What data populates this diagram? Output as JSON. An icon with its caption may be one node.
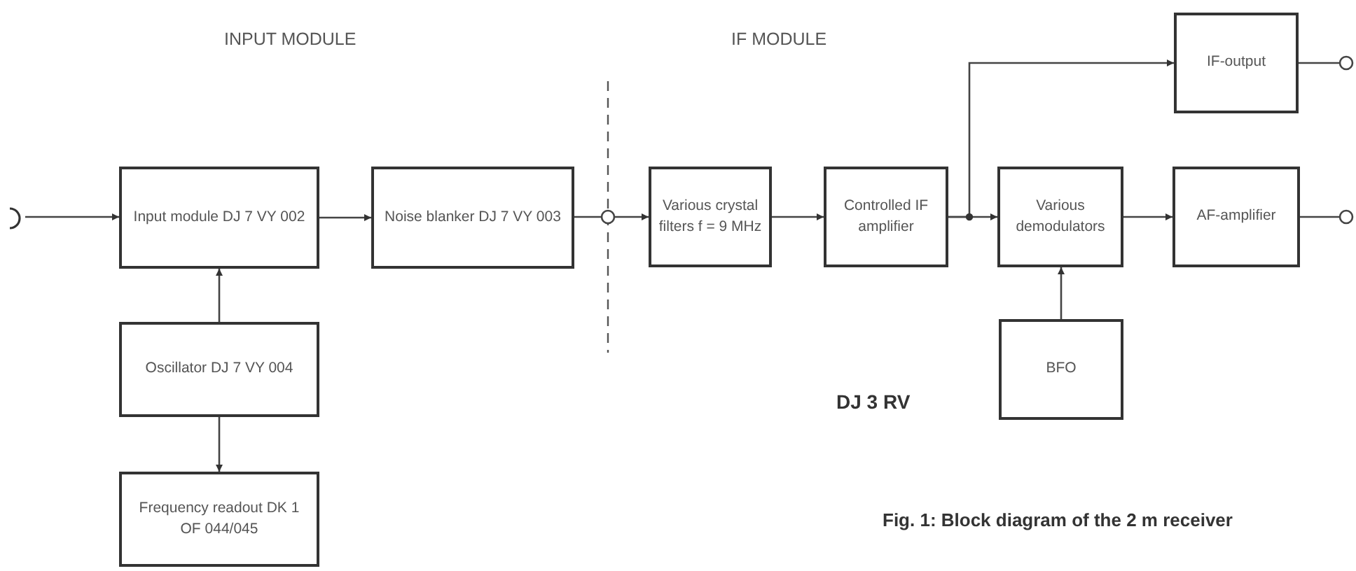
{
  "diagram": {
    "caption": "Fig. 1: Block diagram of the 2 m receiver",
    "nodes": [
      {
        "text": [],
        "shape": "connector"
      },
      {
        "text": [
          "Input module DJ 7 VY 002"
        ]
      },
      {
        "text": [
          "Noise blanker DJ 7 VY 003"
        ]
      },
      {
        "text": [],
        "shape": "circle"
      },
      {
        "text": [
          "Various crystal filters f = 9 MHz"
        ]
      },
      {
        "text": [
          "Controlled IF amplifier"
        ]
      },
      {
        "text": [
          "IF-output"
        ]
      },
      {
        "text": [
          "Various demodulators"
        ]
      },
      {
        "text": [
          "AF-amplifier"
        ]
      },
      {
        "text": [],
        "shape": "circle"
      },
      {
        "text": [],
        "shape": "circle"
      },
      {
        "text": [
          "Oscillator DJ 7 VY 004"
        ]
      },
      {
        "text": [
          "BFO"
        ]
      },
      {
        "text": [
          "Frequency readout DK 1 OF 044/045"
        ]
      }
    ],
    "edges": [
      {
        "from": 0,
        "to": 1,
        "arrow": "to"
      },
      {
        "from": 1,
        "to": 2,
        "arrow": "to"
      },
      {
        "from": 2,
        "to": 3,
        "arrow": "none"
      },
      {
        "from": 3,
        "to": 4,
        "arrow": "to"
      },
      {
        "from": 4,
        "to": 5,
        "arrow": "to"
      },
      {
        "from": 5,
        "to": 7,
        "arrow": "to"
      },
      {
        "from": 5,
        "to": 6,
        "arrow": "to"
      },
      {
        "from": 7,
        "to": 8,
        "arrow": "to"
      },
      {
        "from": 6,
        "to": 9,
        "arrow": "none"
      },
      {
        "from": 8,
        "to": 10,
        "arrow": "none"
      },
      {
        "from": 11,
        "to": 1,
        "arrow": "to"
      },
      {
        "from": 11,
        "to": 13,
        "arrow": "to"
      },
      {
        "from": 12,
        "to": 7,
        "arrow": "to"
      }
    ],
    "labels": [
      "INPUT MODULE",
      "IF MODULE",
      "DJ 3 RV"
    ]
  }
}
